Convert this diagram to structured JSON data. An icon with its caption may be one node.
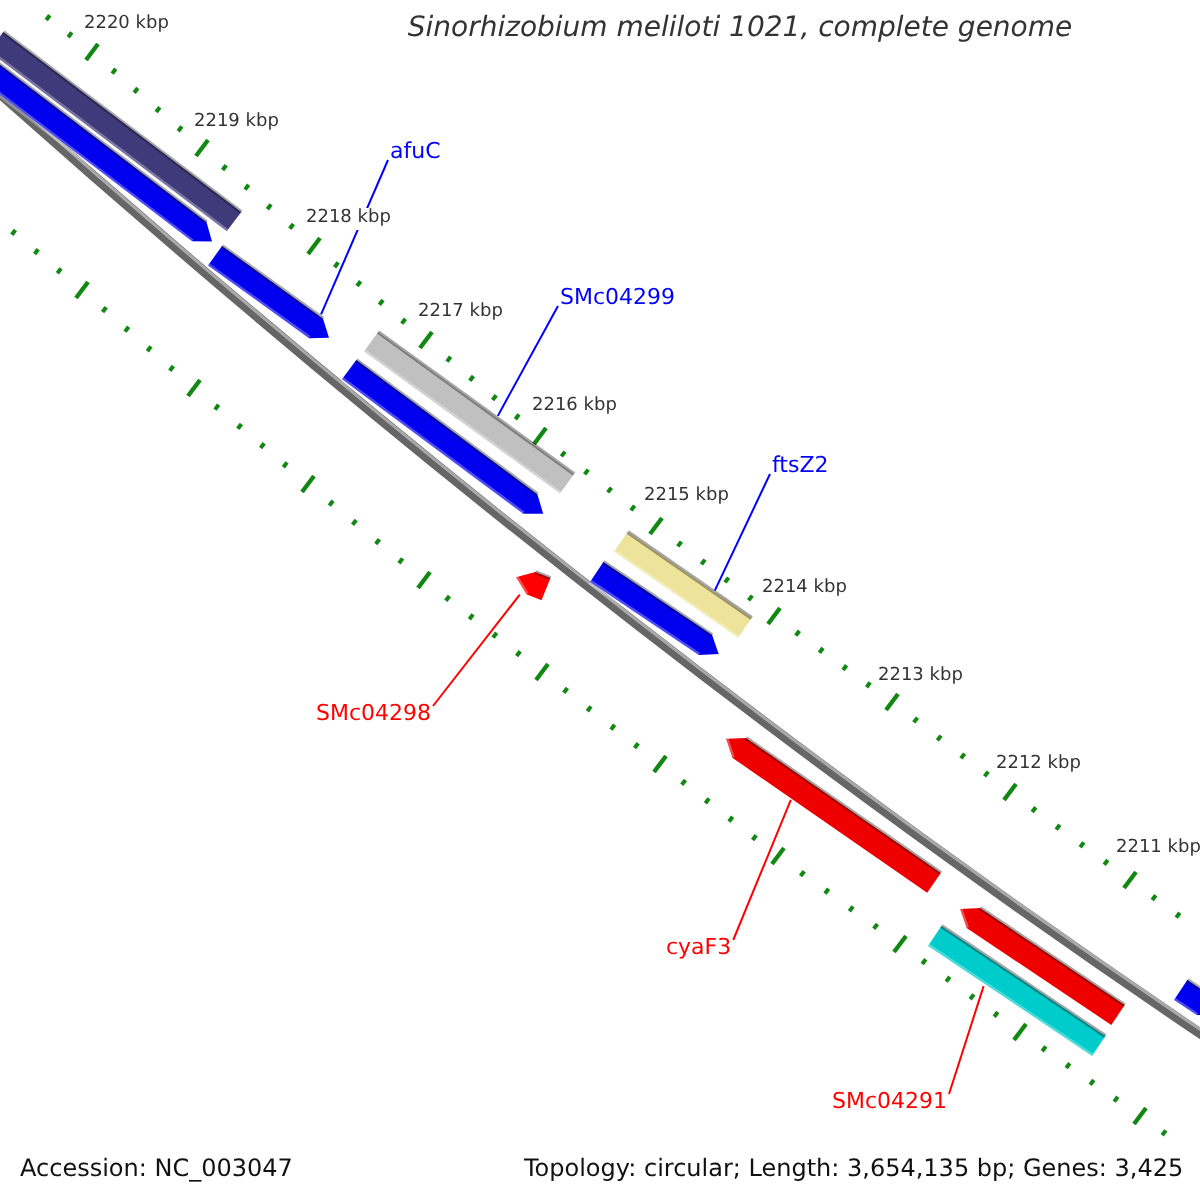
{
  "diagram": {
    "title": "Sinorhizobium meliloti 1021, complete genome",
    "nodes": [
      {
        "text": [],
        "shape": "bar"
      },
      {
        "text": [],
        "shape": "bar"
      },
      {
        "text": [
          "afuC"
        ]
      },
      {
        "text": [],
        "shape": "bar"
      },
      {
        "text": [
          "SMc04299"
        ]
      },
      {
        "text": [],
        "shape": "bar"
      },
      {
        "text": [],
        "shape": "bar"
      },
      {
        "text": [
          "ftsZ2"
        ]
      },
      {
        "text": [],
        "shape": "bar"
      },
      {
        "text": [],
        "shape": "bar"
      },
      {
        "text": [],
        "shape": "bar"
      },
      {
        "text": [
          "SMc04298"
        ]
      },
      {
        "text": [],
        "shape": "bar"
      },
      {
        "text": [],
        "shape": "bar"
      },
      {
        "text": [
          "cyaF3"
        ]
      },
      {
        "text": [],
        "shape": "bar"
      },
      {
        "text": [],
        "shape": "bar"
      },
      {
        "text": [
          "SMc04291"
        ]
      }
    ],
    "edges": [
      {
        "from": 2,
        "to": 3,
        "arrow": "none",
        "color": "#0000ff"
      },
      {
        "from": 4,
        "to": 5,
        "arrow": "none",
        "color": "#0000ff"
      },
      {
        "from": 7,
        "to": 8,
        "arrow": "none",
        "color": "#0000ff"
      },
      {
        "from": 11,
        "to": 9,
        "arrow": "none",
        "color": "#ff0000"
      },
      {
        "from": 14,
        "to": 12,
        "arrow": "none",
        "color": "#ff0000"
      },
      {
        "from": 17,
        "to": 15,
        "arrow": "none",
        "color": "#ff0000"
      }
    ],
    "labels": [
      "2220 kbp",
      "2219 kbp",
      "2218 kbp",
      "2217 kbp",
      "2216 kbp",
      "2215 kbp",
      "2214 kbp",
      "2213 kbp",
      "2212 kbp",
      "2211 kbp",
      "Accession: NC_003047",
      "Topology: circular; Length: 3,654,135 bp; Genes: 3,425"
    ]
  }
}
